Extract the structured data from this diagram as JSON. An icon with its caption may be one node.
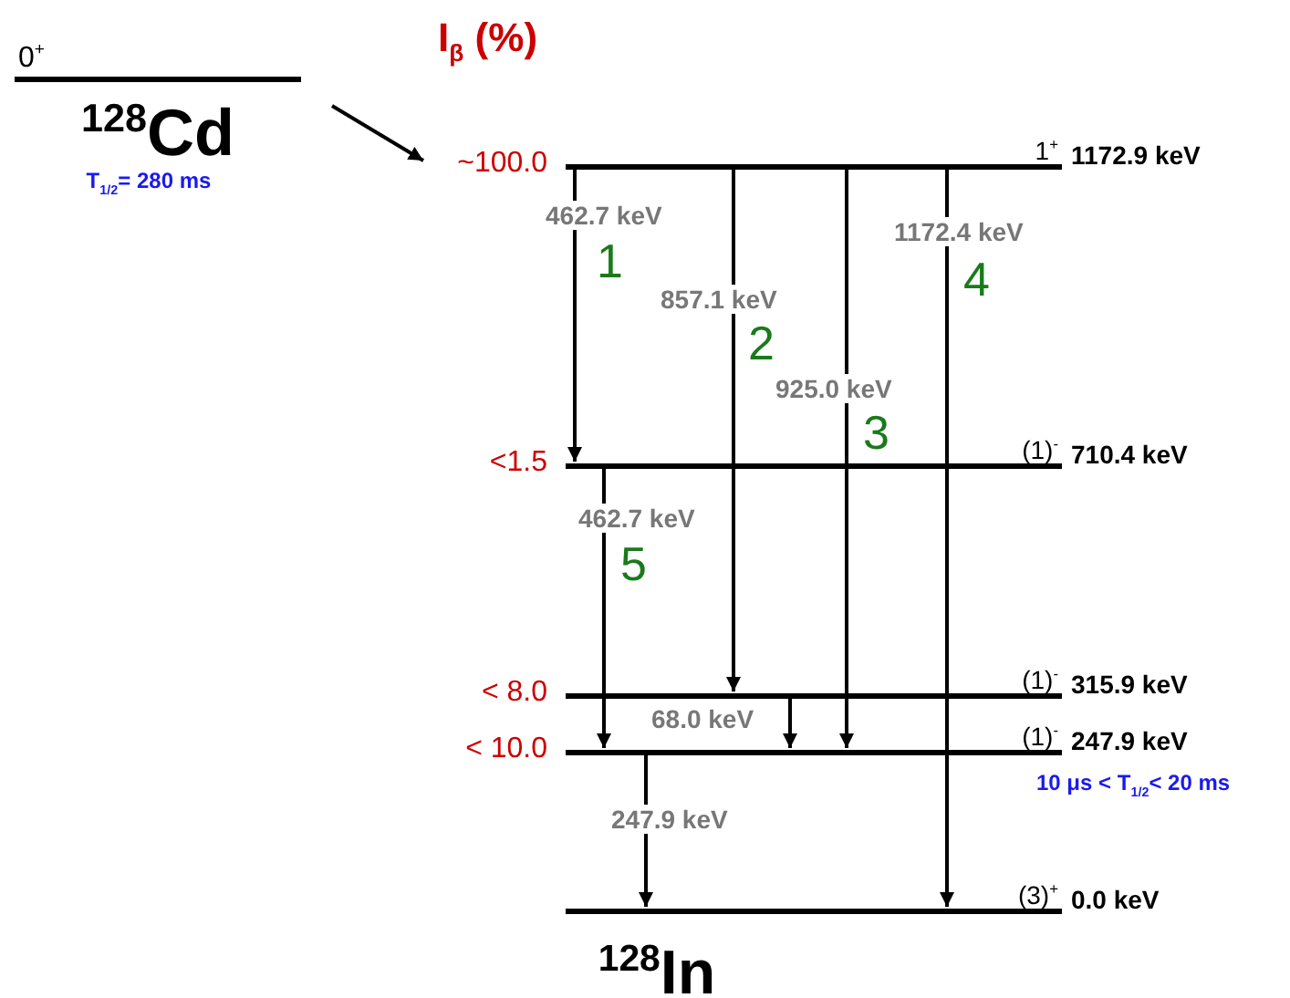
{
  "diagram": {
    "nodes": [
      {
        "text": [
          "0$^{+}$",
          "$^{128}$Cd"
        ]
      },
      {
        "text": [
          "1$^{+}$",
          "1172.9 keV"
        ],
        "beside": [
          "~100.0"
        ]
      },
      {
        "text": [
          "(1)$^{-}$",
          "710.4 keV"
        ],
        "beside": [
          "<1.5"
        ]
      },
      {
        "text": [
          "(1)$^{-}$",
          "315.9 keV"
        ],
        "beside": [
          "< 8.0"
        ]
      },
      {
        "text": [
          "(1)$^{-}$",
          "247.9 keV"
        ],
        "beside": [
          "< 10.0",
          "10 μs < T$_{1/2}$< 20 ms"
        ]
      },
      {
        "text": [
          "(3)$^{+}$",
          "0.0 keV"
        ]
      }
    ],
    "edges": [
      {
        "from": 0,
        "to": 1,
        "arrow": "to"
      },
      {
        "from": 1,
        "to": 2,
        "arrow": "to",
        "label": "462.7 keV"
      },
      {
        "from": 1,
        "to": 3,
        "arrow": "to",
        "label": "857.1 keV"
      },
      {
        "from": 1,
        "to": 4,
        "arrow": "to",
        "label": "925.0 keV"
      },
      {
        "from": 1,
        "to": 5,
        "arrow": "to",
        "label": "1172.4 keV"
      },
      {
        "from": 2,
        "to": 4,
        "arrow": "to",
        "label": "462.7 keV"
      },
      {
        "from": 3,
        "to": 4,
        "arrow": "to",
        "label": "68.0 keV"
      },
      {
        "from": 4,
        "to": 5,
        "arrow": "to",
        "label": "247.9 keV"
      }
    ],
    "labels": [
      "I$_{β}$ (%)",
      "T$_{1/2}$= 280 ms",
      "1",
      "2",
      "3",
      "4",
      "5",
      "$^{128}$In"
    ]
  }
}
